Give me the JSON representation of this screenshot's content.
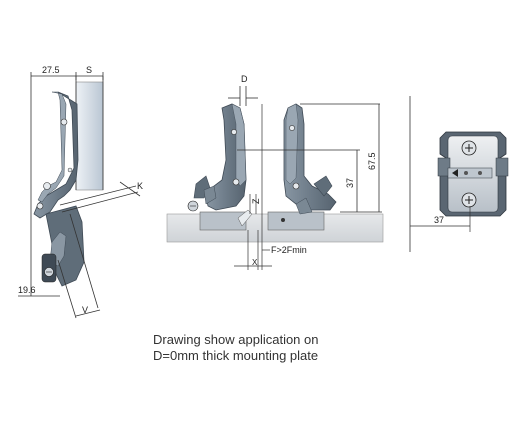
{
  "drawing": {
    "labels": {
      "dim_27_5": "27.5",
      "dim_s": "S",
      "dim_k": "K",
      "dim_v": "V",
      "dim_19_6": "19.6",
      "dim_d": "D",
      "dim_z": "Z",
      "dim_x": "X",
      "dim_f": "F>2Fmin",
      "dim_37_vertical": "37",
      "dim_67_5": "67.5",
      "dim_37_base": "37"
    },
    "caption": {
      "line1": "Drawing show application on",
      "line2": "D=0mm thick mounting plate"
    },
    "colors": {
      "metal": "#6f7f8d",
      "metal_dark": "#4c5966",
      "metal_light": "#c7d1db",
      "door_panel": "#d4dde6",
      "cabinet": "#d9dde2",
      "line": "#333333"
    }
  }
}
